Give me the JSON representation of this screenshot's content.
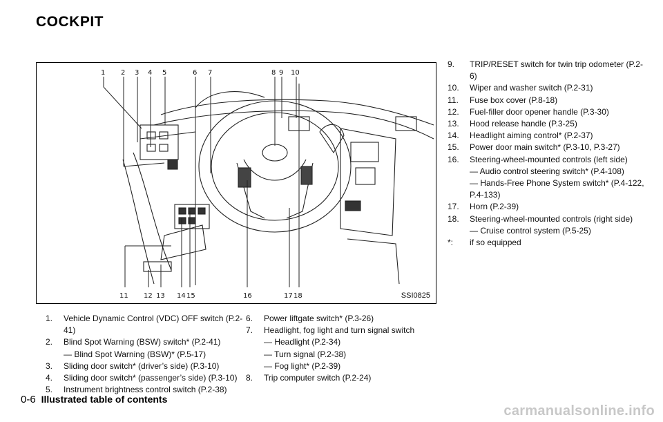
{
  "section_title": "COCKPIT",
  "figure": {
    "code": "SSI0825",
    "callouts_top": [
      "1",
      "2",
      "3",
      "4",
      "5",
      "6",
      "7",
      "8",
      "9",
      "10"
    ],
    "callouts_bottom": [
      "11",
      "12",
      "13",
      "14",
      "15",
      "16",
      "17",
      "18"
    ]
  },
  "col1": [
    {
      "num": "1.",
      "text": "Vehicle Dynamic Control (VDC) OFF switch (P.2-41)"
    },
    {
      "num": "2.",
      "text": "Blind Spot Warning (BSW) switch* (P.2-41)",
      "subs": [
        "Blind Spot Warning (BSW)* (P.5-17)"
      ]
    },
    {
      "num": "3.",
      "text": "Sliding door switch* (driver’s side) (P.3-10)"
    },
    {
      "num": "4.",
      "text": "Sliding door switch* (passenger’s side) (P.3-10)"
    },
    {
      "num": "5.",
      "text": "Instrument brightness control switch (P.2-38)"
    }
  ],
  "col2": [
    {
      "num": "6.",
      "text": "Power liftgate switch* (P.3-26)"
    },
    {
      "num": "7.",
      "text": "Headlight, fog light and turn signal switch",
      "subs": [
        "Headlight (P.2-34)",
        "Turn signal (P.2-38)",
        "Fog light* (P.2-39)"
      ]
    },
    {
      "num": "8.",
      "text": "Trip computer switch (P.2-24)"
    }
  ],
  "col3": [
    {
      "num": "9.",
      "text": "TRIP/RESET switch for twin trip odometer (P.2-6)"
    },
    {
      "num": "10.",
      "text": "Wiper and washer switch (P.2-31)"
    },
    {
      "num": "11.",
      "text": "Fuse box cover (P.8-18)"
    },
    {
      "num": "12.",
      "text": "Fuel-filler door opener handle (P.3-30)"
    },
    {
      "num": "13.",
      "text": "Hood release handle (P.3-25)"
    },
    {
      "num": "14.",
      "text": "Headlight aiming control* (P.2-37)"
    },
    {
      "num": "15.",
      "text": "Power door main switch* (P.3-10, P.3-27)"
    },
    {
      "num": "16.",
      "text": "Steering-wheel-mounted controls (left side)",
      "subs": [
        "Audio control steering switch* (P.4-108)",
        "Hands-Free Phone System switch* (P.4-122, P.4-133)"
      ]
    },
    {
      "num": "17.",
      "text": "Horn (P.2-39)"
    },
    {
      "num": "18.",
      "text": "Steering-wheel-mounted controls (right side)",
      "subs": [
        "Cruise control system (P.5-25)"
      ]
    },
    {
      "num": "*:",
      "text": "if so equipped"
    }
  ],
  "footer": {
    "page": "0-6",
    "title": "Illustrated table of contents"
  },
  "watermark": "carmanualsonline.info"
}
